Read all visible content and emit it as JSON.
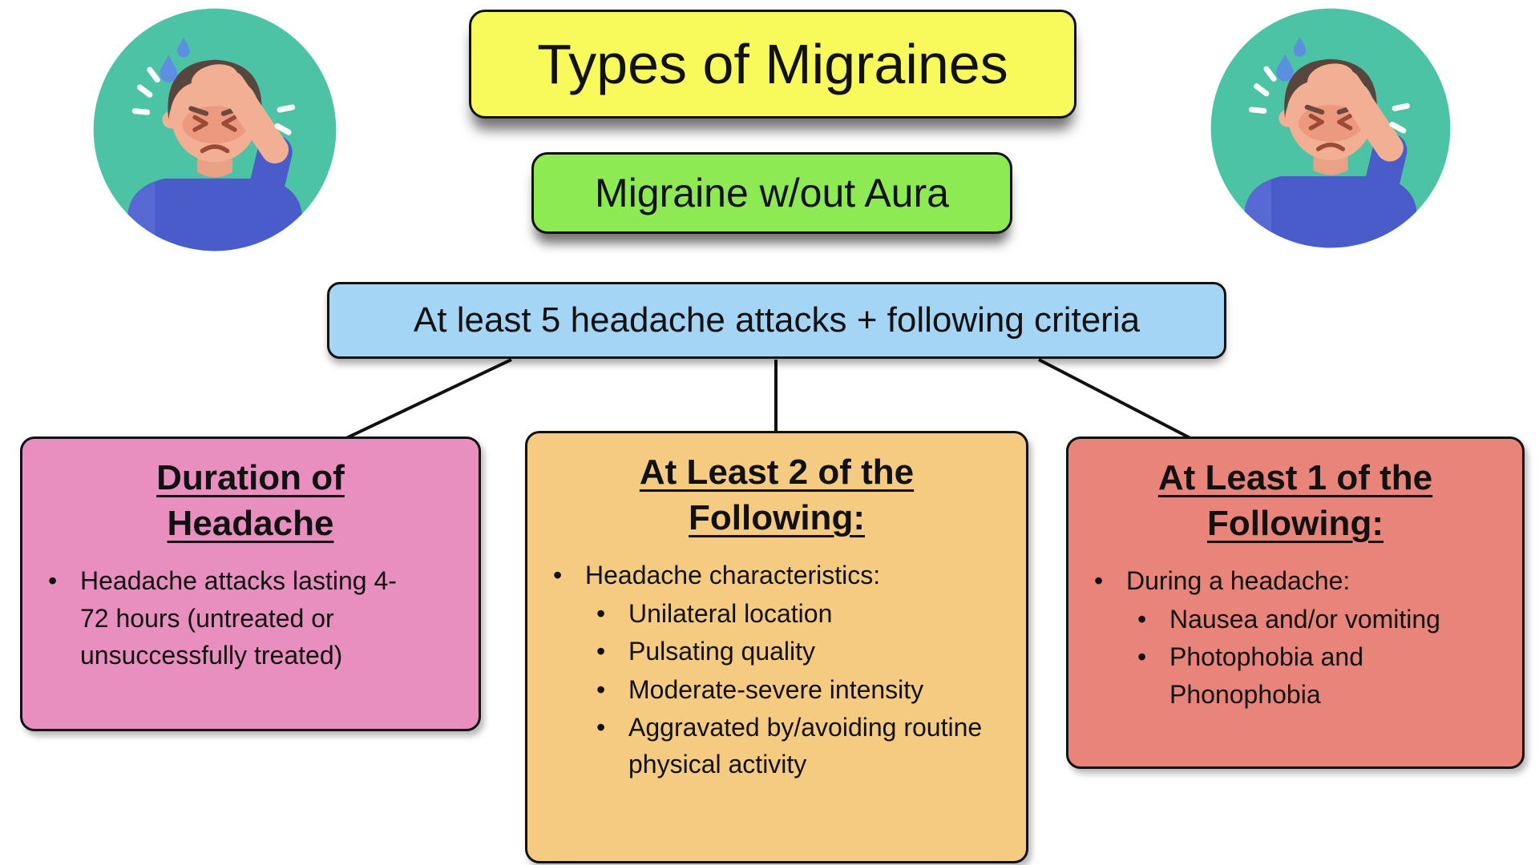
{
  "title": {
    "label": "Types of Migraines"
  },
  "subtitle": {
    "label": "Migraine w/out Aura"
  },
  "criteria": {
    "label": "At least 5 headache attacks + following criteria"
  },
  "cards": {
    "duration": {
      "title": "Duration of Headache",
      "bullet": "Headache attacks lasting 4-72 hours (untreated or unsuccessfully treated)"
    },
    "two_of": {
      "title": "At Least 2 of the Following:",
      "bullet": "Headache characteristics:",
      "sub_bullets": [
        "Unilateral location",
        "Pulsating quality",
        "Moderate-severe intensity",
        "Aggravated by/avoiding routine physical activity"
      ]
    },
    "one_of": {
      "title": "At Least 1 of the Following:",
      "bullet": "During a headache:",
      "sub_bullets": [
        "Nausea and/or vomiting",
        "Photophobia and Phonophobia"
      ]
    }
  },
  "icons": {
    "left": "migraine-person-icon",
    "right": "migraine-person-icon"
  },
  "colors": {
    "title_bg": "#f8f95a",
    "subtitle_bg": "#8dea52",
    "criteria_bg": "#a5d5f4",
    "pink_bg": "#e88fc0",
    "orange_bg": "#f4cb80",
    "red_bg": "#e8847a",
    "line": "#111111"
  }
}
